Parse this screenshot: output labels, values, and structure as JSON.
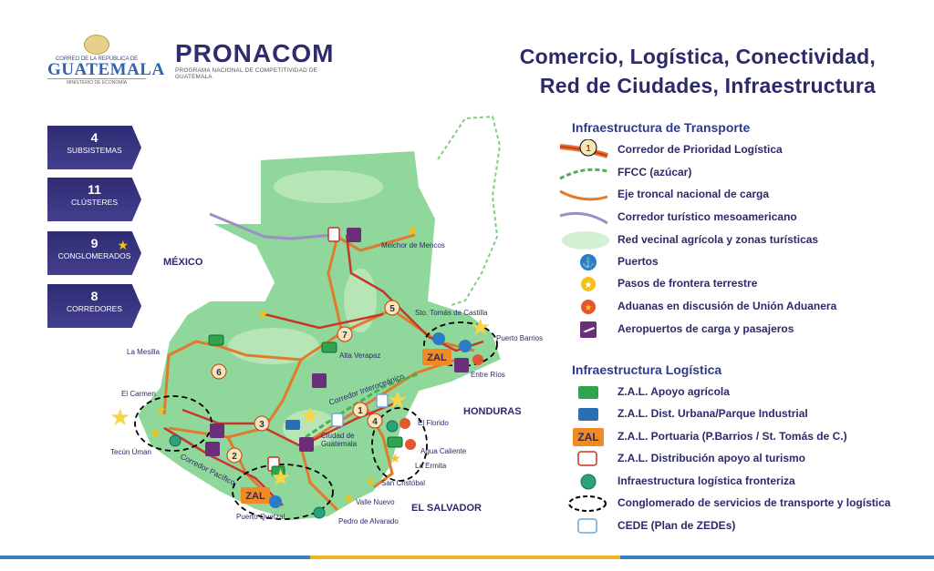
{
  "logos": {
    "guatemala_top": "CORREO DE LA REPÚBLICA DE",
    "guatemala_name": "GUATEMALA",
    "guatemala_sub": "MINISTERIO DE ECONOMÍA",
    "pronacom_title": "PRONACOM",
    "pronacom_sub": "PROGRAMA NACIONAL DE COMPETITIVIDAD DE GUATEMALA"
  },
  "title": {
    "line1": "Comercio, Logística, Conectividad,",
    "line2": "Red de Ciudades, Infraestructura"
  },
  "stats": [
    {
      "num": "4",
      "label": "SUBSISTEMAS"
    },
    {
      "num": "11",
      "label": "CLÚSTERES"
    },
    {
      "num": "9",
      "label": "CONGLOMERADOS"
    },
    {
      "num": "8",
      "label": "CORREDORES"
    }
  ],
  "legend": {
    "transport_title": "Infraestructura de Transporte",
    "transport_items": [
      {
        "icon": "priority-corridor-icon",
        "label": "Corredor de Prioridad Logística"
      },
      {
        "icon": "railway-icon",
        "label": "FFCC (azúcar)"
      },
      {
        "icon": "cargo-road-icon",
        "label": "Eje troncal nacional de carga"
      },
      {
        "icon": "tourist-corridor-icon",
        "label": "Corredor turístico mesoamericano"
      },
      {
        "icon": "rural-network-icon",
        "label": "Red vecinal agrícola y zonas turísticas"
      },
      {
        "icon": "anchor-icon",
        "label": "Puertos"
      },
      {
        "icon": "border-crossing-icon",
        "label": "Pasos de frontera terrestre"
      },
      {
        "icon": "customs-icon",
        "label": "Aduanas en discusión de Unión Aduanera"
      },
      {
        "icon": "airplane-icon",
        "label": "Aeropuertos de carga y pasajeros"
      }
    ],
    "logistics_title": "Infraestructura Logística",
    "logistics_items": [
      {
        "icon": "green-zal-icon",
        "label": "Z.A.L. Apoyo agrícola"
      },
      {
        "icon": "blue-zal-icon",
        "label": "Z.A.L. Dist. Urbana/Parque Industrial"
      },
      {
        "icon": "port-zal-icon",
        "label": "Z.A.L. Portuaria (P.Barrios / St. Tomás de C.)",
        "badge": "ZAL"
      },
      {
        "icon": "tourism-zal-icon",
        "label": "Z.A.L. Distribución apoyo al turismo"
      },
      {
        "icon": "border-logistics-icon",
        "label": "Infraestructura logística fronteriza"
      },
      {
        "icon": "cluster-icon",
        "label": "Conglomerado de servicios de transporte y logística"
      },
      {
        "icon": "cede-icon",
        "label": "CEDE (Plan de ZEDEs)"
      }
    ],
    "priority_badge": "1"
  },
  "map": {
    "countries": [
      "MÉXICO",
      "HONDURAS",
      "EL SALVADOR"
    ],
    "places": [
      "Melchor de Mencos",
      "Sto. Tomás de Castilla",
      "Puerto Barrios",
      "Entre Ríos",
      "La Mesilla",
      "Alta Verapaz",
      "El Carmen",
      "Tecún Úman",
      "Ciudad de Guatemala",
      "El Florido",
      "Agua Caliente",
      "La Ermita",
      "San Cristóbal",
      "Valle Nuevo",
      "Puerto Quetzal",
      "Pedro de Alvarado"
    ],
    "corridor_labels": [
      "Corredor Interoceánico",
      "Corredor Pacífico"
    ],
    "corridor_numbers": [
      "1",
      "2",
      "3",
      "4",
      "5",
      "6",
      "7"
    ],
    "zal_badges": [
      "ZAL",
      "ZAL"
    ]
  },
  "colors": {
    "navy": "#2f2c74",
    "map_green": "#8fd79a",
    "land_green": "#b7e6b6",
    "corridor_red": "#c8352c",
    "cargo_orange": "#e07b2b",
    "rail_green": "#4caf50",
    "tourist_purple": "#9d8ec9",
    "star_yellow": "#f3c21b"
  }
}
